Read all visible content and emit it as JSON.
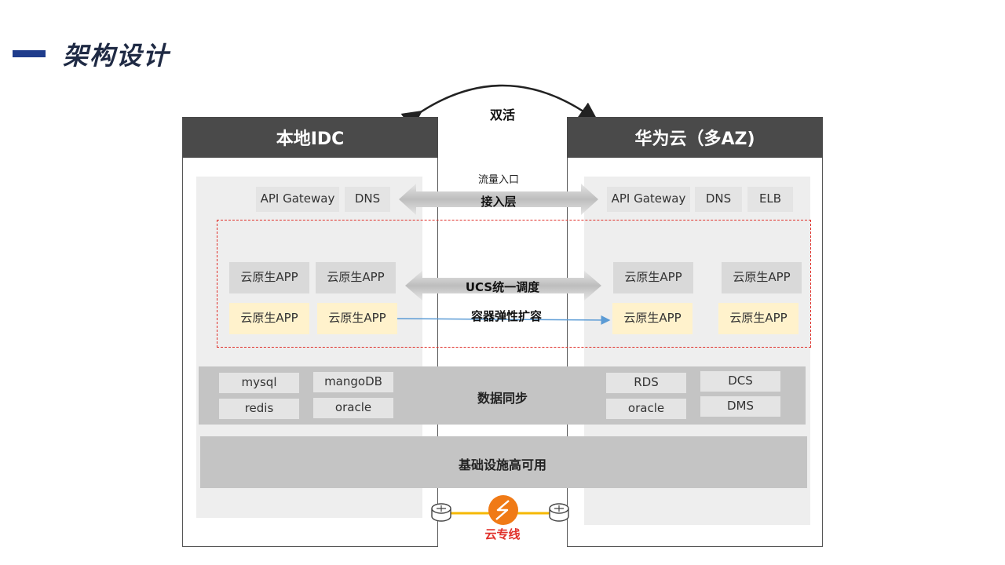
{
  "page": {
    "title": "架构设计"
  },
  "top_arrow": {
    "label": "双活"
  },
  "left_site": {
    "title": "本地IDC",
    "access": [
      "API Gateway",
      "DNS"
    ],
    "apps_row1": [
      "云原生APP",
      "云原生APP"
    ],
    "apps_row2": [
      "云原生APP",
      "云原生APP"
    ],
    "data": {
      "row1": [
        "mysql",
        "mangoDB"
      ],
      "row2": [
        "redis",
        "oracle"
      ]
    }
  },
  "right_site": {
    "title": "华为云（多AZ)",
    "access": [
      "API Gateway",
      "DNS",
      "ELB"
    ],
    "apps_row1": [
      "云原生APP",
      "云原生APP"
    ],
    "apps_row2": [
      "云原生APP",
      "云原生APP"
    ],
    "data": {
      "row1": [
        "RDS",
        "DCS"
      ],
      "row2": [
        "oracle",
        "DMS"
      ]
    }
  },
  "middle": {
    "traffic_entry": "流量入口",
    "access_layer": "接入层",
    "ucs": "UCS统一调度",
    "scaling": "容器弹性扩容",
    "data_sync": "数据同步",
    "infra_ha": "基础设施高可用",
    "cloud_line": "云专线"
  },
  "colors": {
    "accent": "#1f3c8c",
    "header": "#4a4a4a",
    "dashed": "#e0302a",
    "highlight": "#fff2cc",
    "cloud_line": "#f5b800",
    "cloud_icon": "#f07a16"
  }
}
